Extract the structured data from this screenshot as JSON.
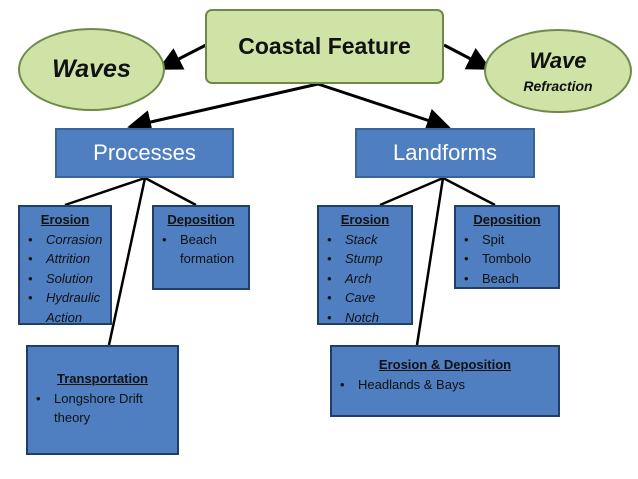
{
  "root": {
    "label": "Coastal Feature"
  },
  "left_ellipse": {
    "label": "Waves"
  },
  "right_ellipse": {
    "line1": "Wave",
    "line2": "Refraction"
  },
  "processes": {
    "label": "Processes",
    "erosion": {
      "title": "Erosion",
      "items": [
        "Corrasion",
        "Attrition",
        "Solution",
        "Hydraulic",
        "Action"
      ]
    },
    "deposition": {
      "title": "Deposition",
      "items": [
        "Beach",
        "formation"
      ]
    },
    "transportation": {
      "title": "Transportation",
      "items": [
        "Longshore Drift",
        "theory"
      ]
    }
  },
  "landforms": {
    "label": "Landforms",
    "erosion": {
      "title": "Erosion",
      "items": [
        "Stack",
        "Stump",
        "Arch",
        "Cave",
        "Notch"
      ]
    },
    "deposition": {
      "title": "Deposition",
      "items": [
        "Spit",
        "Tombolo",
        "Beach"
      ]
    },
    "erosion_deposition": {
      "title": "Erosion & Deposition",
      "items": [
        "Headlands & Bays"
      ]
    }
  },
  "colors": {
    "green_fill": "#cfe3a7",
    "blue_fill": "#4f7fc0",
    "connector": "#000000"
  }
}
